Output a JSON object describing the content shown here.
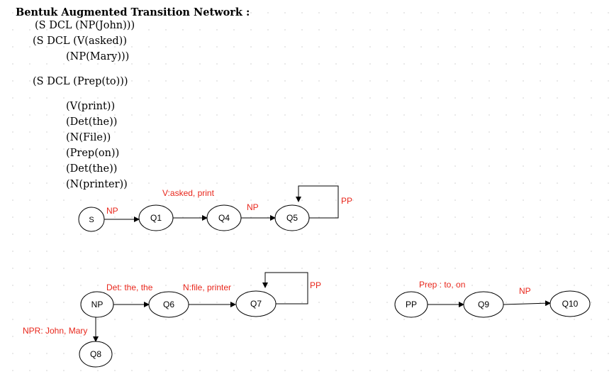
{
  "title": "Bentuk Augmented Transition Network :",
  "rules": [
    "(S DCL (NP(John)))",
    "(S DCL (V(asked))",
    "(NP(Mary)))",
    "(S DCL (Prep(to)))",
    "(V(print))",
    "(Det(the))",
    "(N(File))",
    "(Prep(on))",
    "(Det(the))",
    "(N(printer))"
  ],
  "networks": {
    "sentence": {
      "nodes": [
        "S",
        "Q1",
        "Q4",
        "Q5"
      ],
      "arcs": [
        {
          "from": "S",
          "to": "Q1",
          "label": "NP"
        },
        {
          "from": "Q1",
          "to": "Q4",
          "label": "V:asked, print"
        },
        {
          "from": "Q4",
          "to": "Q5",
          "label": "NP"
        },
        {
          "from": "Q5",
          "to": "Q5",
          "label": "PP"
        }
      ]
    },
    "noun_phrase": {
      "nodes": [
        "NP",
        "Q6",
        "Q7",
        "Q8"
      ],
      "arcs": [
        {
          "from": "NP",
          "to": "Q6",
          "label": "Det: the, the"
        },
        {
          "from": "Q6",
          "to": "Q7",
          "label": "N:file, printer"
        },
        {
          "from": "Q7",
          "to": "Q7",
          "label": "PP"
        },
        {
          "from": "NP",
          "to": "Q8",
          "label": "NPR: John, Mary"
        }
      ]
    },
    "prep_phrase": {
      "nodes": [
        "PP",
        "Q9",
        "Q10"
      ],
      "arcs": [
        {
          "from": "PP",
          "to": "Q9",
          "label": "Prep : to, on"
        },
        {
          "from": "Q9",
          "to": "Q10",
          "label": "NP"
        }
      ]
    }
  },
  "colors": {
    "arc_label": "#e8261b",
    "text": "#000000",
    "stroke": "#000000"
  }
}
